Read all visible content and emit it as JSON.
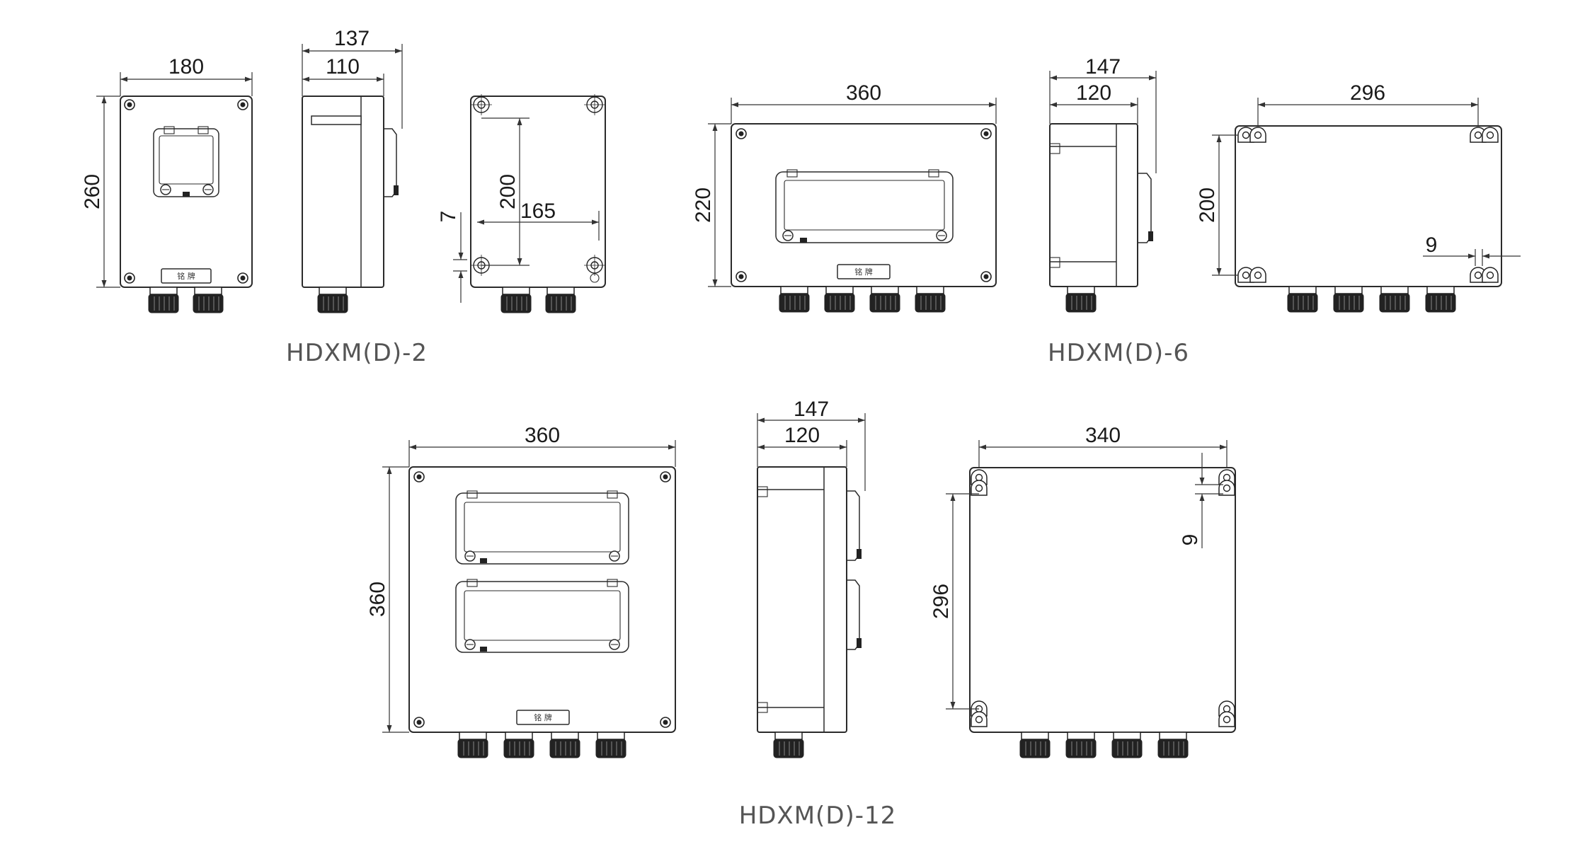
{
  "models": {
    "m2": "HDXM(D)-2",
    "m6": "HDXM(D)-6",
    "m12": "HDXM(D)-12"
  },
  "dims": {
    "m2": {
      "w": "180",
      "h": "260",
      "depth_total": "137",
      "depth_body": "110",
      "hole_v": "200",
      "hole_h": "165",
      "offset": "7"
    },
    "m6": {
      "w": "360",
      "h": "220",
      "depth_total": "147",
      "depth_body": "120",
      "hole_h": "296",
      "hole_v": "200",
      "hole_d": "9"
    },
    "m12": {
      "w": "360",
      "h": "360",
      "depth_total": "147",
      "depth_body": "120",
      "hole_h": "340",
      "hole_v": "296",
      "hole_d": "9"
    }
  },
  "nameplate": "铭 牌",
  "colors": {
    "line": "#2b2b2b",
    "label": "#555555"
  }
}
